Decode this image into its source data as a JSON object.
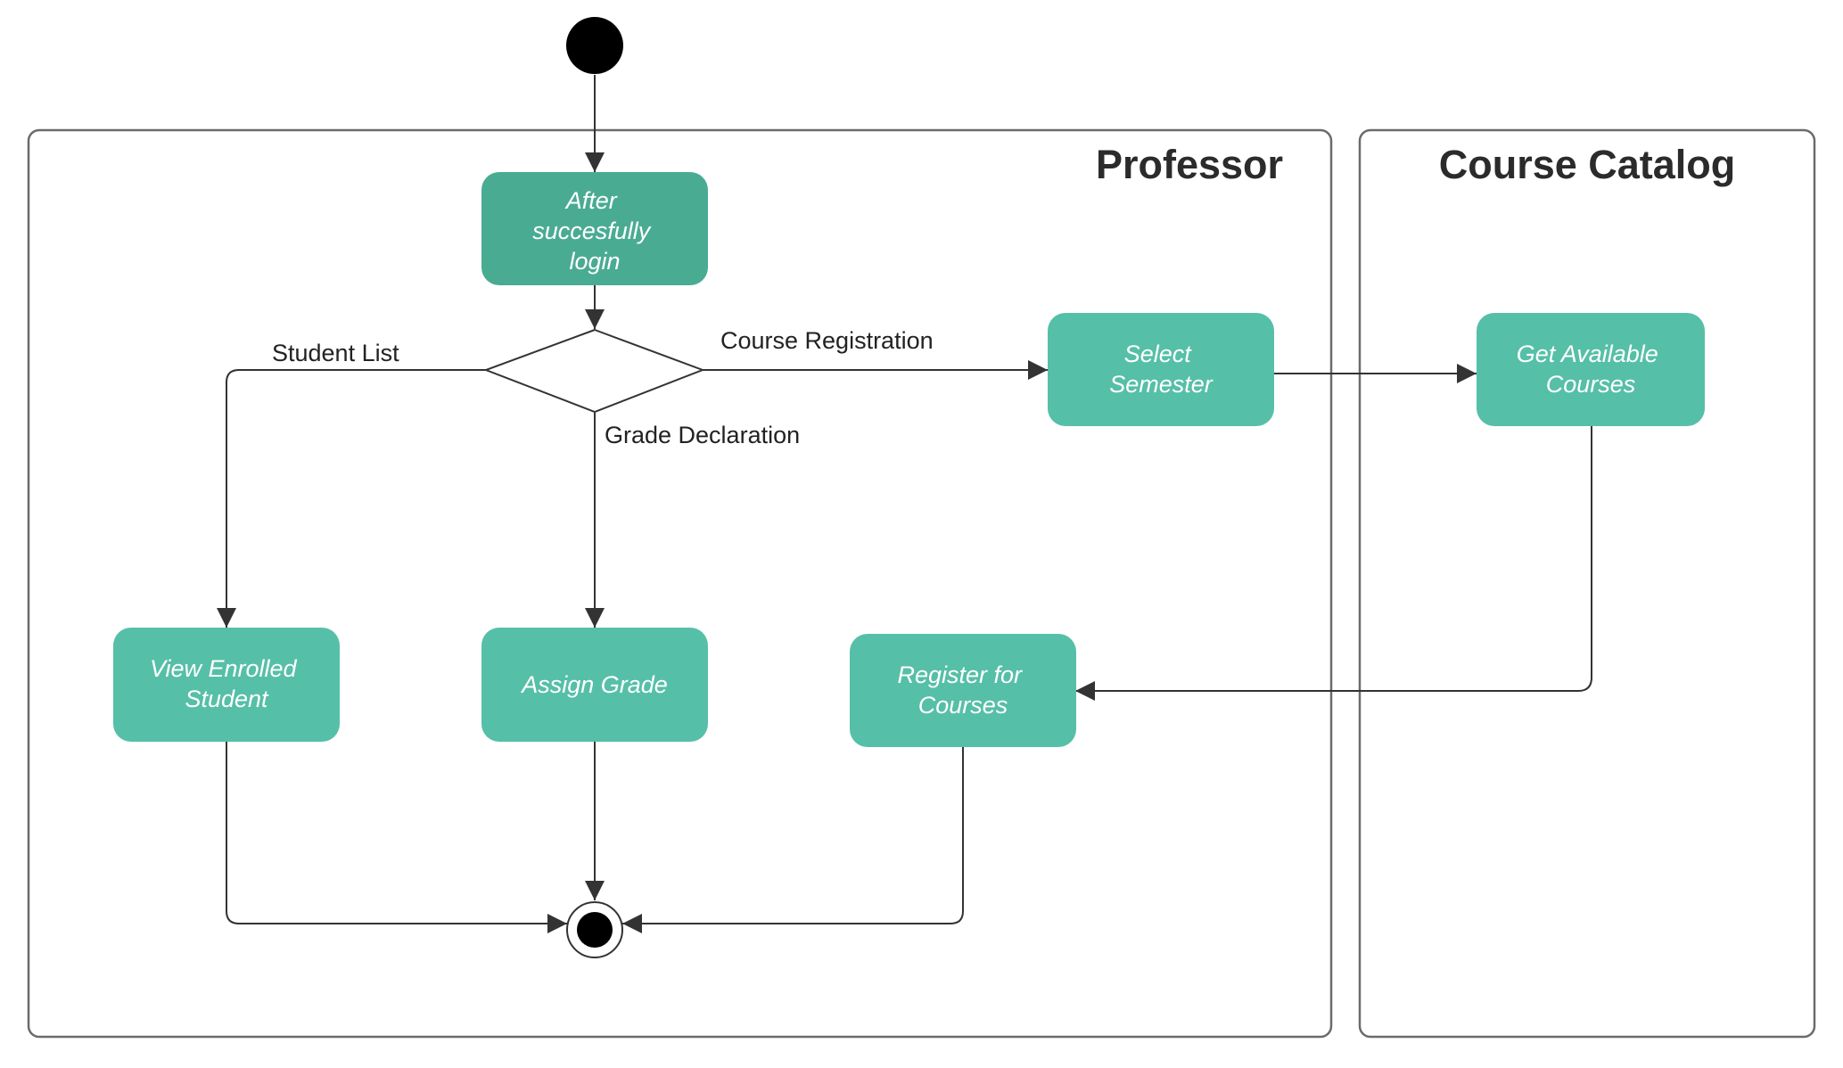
{
  "lanes": {
    "professor": "Professor",
    "course_catalog": "Course Catalog"
  },
  "nodes": {
    "login": [
      "After",
      "succesfully",
      "login"
    ],
    "select_semester": [
      "Select",
      "Semester"
    ],
    "get_available_courses": [
      "Get Available",
      "Courses"
    ],
    "view_enrolled_student": [
      "View Enrolled",
      "Student"
    ],
    "assign_grade": [
      "Assign Grade"
    ],
    "register_for_courses": [
      "Register for",
      "Courses"
    ]
  },
  "edges": {
    "student_list": "Student List",
    "course_registration": "Course Registration",
    "grade_declaration": "Grade Declaration"
  },
  "colors": {
    "login_fill": "#4aab93",
    "activity_fill": "#56bfa8",
    "line": "#333333",
    "lane_border": "#6b6b6b",
    "title": "#2b2b2b",
    "node_text": "#ffffff"
  }
}
